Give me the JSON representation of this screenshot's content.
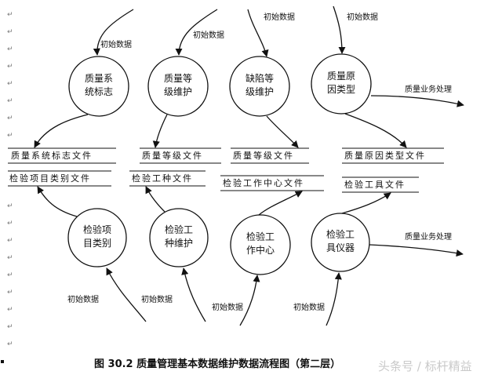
{
  "processes": [
    {
      "id": "p1",
      "line1": "质量系",
      "line2": "统标志"
    },
    {
      "id": "p2",
      "line1": "质量等",
      "line2": "级维护"
    },
    {
      "id": "p3",
      "line1": "缺陷等",
      "line2": "级维护"
    },
    {
      "id": "p4",
      "line1": "质量原",
      "line2": "因类型"
    },
    {
      "id": "p5",
      "line1": "检验项",
      "line2": "目类别"
    },
    {
      "id": "p6",
      "line1": "检验工",
      "line2": "种维护"
    },
    {
      "id": "p7",
      "line1": "检验工",
      "line2": "作中心"
    },
    {
      "id": "p8",
      "line1": "检验工",
      "line2": "具仪器"
    }
  ],
  "stores": {
    "s1": "质量系统标志文件",
    "s2": "质量等级文件",
    "s3": "质量等级文件",
    "s4": "质量原因类型文件",
    "s5": "检验项目类别文件",
    "s6": "检验工种文件",
    "s7": "检验工作中心文件",
    "s8": "检验工具文件"
  },
  "flows": {
    "initial_data": "初始数据",
    "quality_business": "质量业务处理"
  },
  "caption": "图 30.2  质量管理基本数据维护数据流程图（第二层）",
  "watermark": "头条号 / 标杆精益",
  "paragraph_mark": "↵"
}
